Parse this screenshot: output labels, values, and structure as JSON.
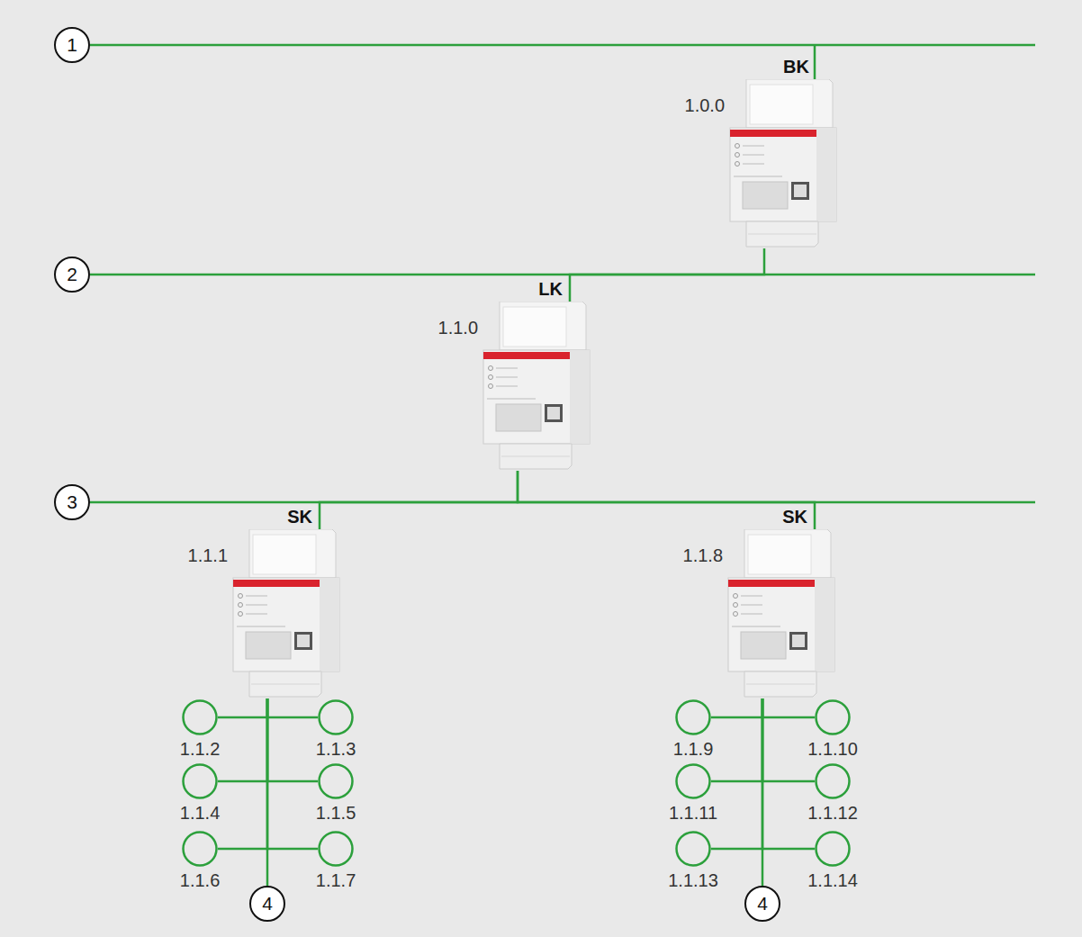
{
  "diagram": {
    "nodes": [
      {
        "text": [
          "BK",
          "1.0.0"
        ]
      },
      {
        "text": [
          "LK",
          "1.1.0"
        ]
      },
      {
        "text": [
          "SK",
          "1.1.1"
        ]
      },
      {
        "text": [
          "1.1.2"
        ]
      },
      {
        "text": [
          "1.1.3"
        ]
      },
      {
        "text": [
          "1.1.4"
        ]
      },
      {
        "text": [
          "1.1.5"
        ]
      },
      {
        "text": [
          "1.1.6"
        ]
      },
      {
        "text": [
          "1.1.7"
        ]
      },
      {
        "text": [
          "SK",
          "1.1.8"
        ]
      },
      {
        "text": [
          "1.1.9"
        ]
      },
      {
        "text": [
          "1.1.10"
        ]
      },
      {
        "text": [
          "1.1.11"
        ]
      },
      {
        "text": [
          "1.1.12"
        ]
      },
      {
        "text": [
          "1.1.13"
        ]
      },
      {
        "text": [
          "1.1.14"
        ]
      }
    ],
    "edges": [
      {
        "from": 0,
        "to": 1,
        "arrow": "none"
      },
      {
        "from": 1,
        "to": 2,
        "arrow": "none"
      },
      {
        "from": 1,
        "to": 9,
        "arrow": "none"
      },
      {
        "from": 2,
        "to": 3,
        "arrow": "none"
      },
      {
        "from": 2,
        "to": 4,
        "arrow": "none"
      },
      {
        "from": 2,
        "to": 5,
        "arrow": "none"
      },
      {
        "from": 2,
        "to": 6,
        "arrow": "none"
      },
      {
        "from": 2,
        "to": 7,
        "arrow": "none"
      },
      {
        "from": 2,
        "to": 8,
        "arrow": "none"
      },
      {
        "from": 9,
        "to": 10,
        "arrow": "none"
      },
      {
        "from": 9,
        "to": 11,
        "arrow": "none"
      },
      {
        "from": 9,
        "to": 12,
        "arrow": "none"
      },
      {
        "from": 9,
        "to": 13,
        "arrow": "none"
      },
      {
        "from": 9,
        "to": 14,
        "arrow": "none"
      },
      {
        "from": 9,
        "to": 15,
        "arrow": "none"
      }
    ],
    "labels": [
      "1",
      "2",
      "3",
      "4",
      "4"
    ]
  }
}
